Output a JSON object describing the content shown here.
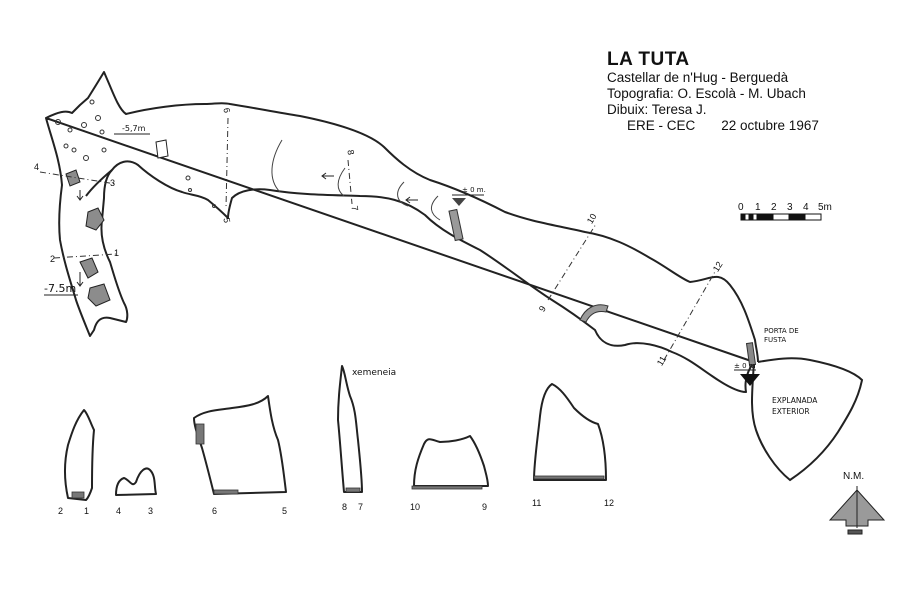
{
  "title": {
    "name": "LA TUTA",
    "location": "Castellar de n'Hug - Berguedà",
    "topography": "Topografia: O. Escolà - M. Ubach",
    "drawing": "Dibuix: Teresa J.",
    "group": "ERE - CEC",
    "date": "22 octubre 1967"
  },
  "scale": {
    "ticks": [
      "0",
      "1",
      "2",
      "3",
      "4",
      "5m"
    ]
  },
  "north": {
    "label": "N.M."
  },
  "plan_labels": {
    "depth_57": "-5,7m",
    "depth_75": "-7.5m",
    "depth_zero_mid": "± 0 m.",
    "depth_zero_exit": "± 0 m",
    "door": "PORTA DE",
    "door2": "FUSTA",
    "esplanade": "EXPLANADA",
    "esplanade2": "EXTERIOR",
    "chimney": "xemeneia"
  },
  "section_markers": [
    "1",
    "2",
    "3",
    "4",
    "5",
    "6",
    "7",
    "8",
    "9",
    "10",
    "11",
    "12"
  ],
  "profiles": [
    {
      "left": "2",
      "right": "1"
    },
    {
      "left": "4",
      "right": "3"
    },
    {
      "left": "6",
      "right": "5"
    },
    {
      "left": "8",
      "right": "7"
    },
    {
      "left": "10",
      "right": "9"
    },
    {
      "left": "11",
      "right": "12"
    }
  ]
}
